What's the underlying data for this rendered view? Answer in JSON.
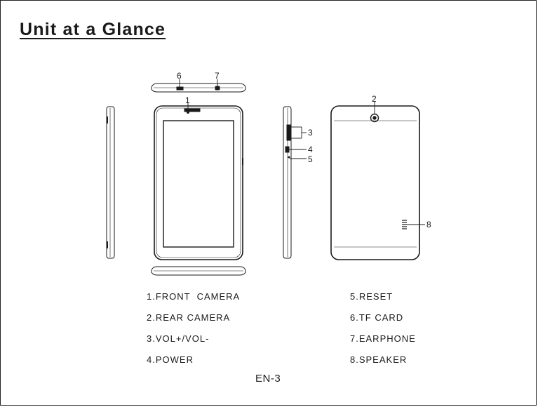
{
  "title": "Unit at a Glance",
  "callouts": [
    "1",
    "2",
    "3",
    "4",
    "5",
    "6",
    "7",
    "8"
  ],
  "legend": [
    "1.FRONT  CAMERA",
    "2.REAR CAMERA",
    "3.VOL+/VOL-",
    "4.POWER",
    "5.RESET",
    "6.TF CARD",
    "7.EARPHONE",
    "8.SPEAKER"
  ],
  "page_number": "EN-3",
  "colors": {
    "line": "#1a1a1a",
    "background": "#ffffff"
  }
}
